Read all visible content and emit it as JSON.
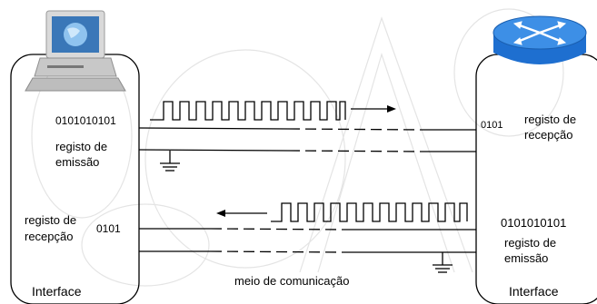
{
  "left_device": {
    "icon": "computer-icon",
    "register_value": "0101010101",
    "emission_label_line1": "registo de",
    "emission_label_line2": "emissão",
    "reception_label_line1": "registo de",
    "reception_label_line2": "recepção",
    "received_value": "0101",
    "interface_label": "Interface"
  },
  "right_device": {
    "icon": "router-icon",
    "received_value": "0101",
    "reception_label_line1": "registo de",
    "reception_label_line2": "recepção",
    "register_value": "0101010101",
    "emission_label_line1": "registo de",
    "emission_label_line2": "emissão",
    "interface_label": "Interface"
  },
  "medium_label": "meio de comunicação",
  "colors": {
    "line": "#000000",
    "router_blue": "#1e6fd0",
    "router_top": "#3d8fe6",
    "watermark": "#e6e6e6"
  }
}
